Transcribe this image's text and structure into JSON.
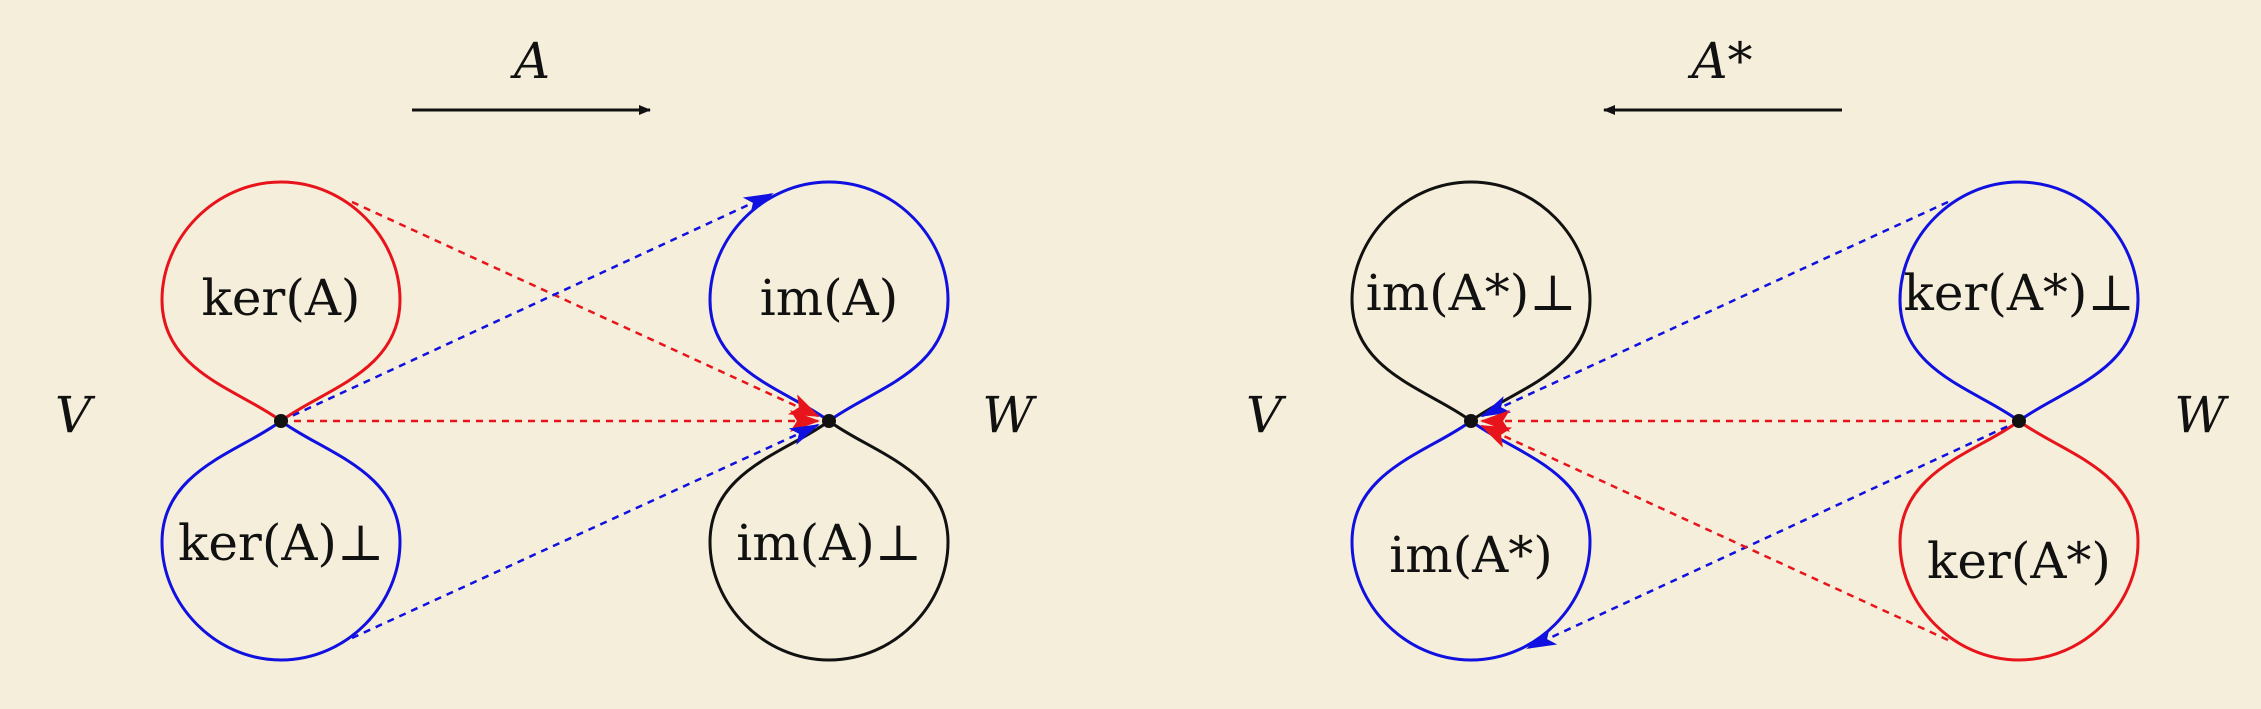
{
  "colors": {
    "background": "#f5eeda",
    "kernel": "#e8141b",
    "image": "#1010e0",
    "neutral": "#111111"
  },
  "left": {
    "operator": "A",
    "domain": "V",
    "codomain": "W",
    "loops": {
      "ker": "ker(A)",
      "ker_perp": "ker(A)⊥",
      "im": "im(A)",
      "im_perp": "im(A)⊥"
    }
  },
  "right": {
    "operator": "A*",
    "domain": "V",
    "codomain": "W",
    "loops": {
      "im_perp": "im(A*)⊥",
      "im": "im(A*)",
      "ker_perp": "ker(A*)⊥",
      "ker": "ker(A*)"
    }
  }
}
